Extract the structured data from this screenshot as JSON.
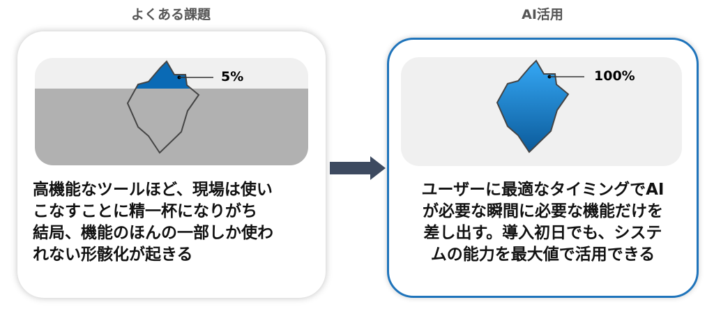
{
  "left": {
    "title": "よくある課題",
    "percent": "5%",
    "lines": [
      "高機能なツールほど、現場は使い",
      "こなすことに精一杯になりがち",
      "結局、機能のほんの一部しか使わ",
      "れない形骸化が起きる"
    ]
  },
  "right": {
    "title": "AI活用",
    "percent": "100%",
    "lines": [
      "ユーザーに最適なタイミングでAI",
      "が必要な瞬間に必要な機能だけを",
      "差し出す。導入初日でも、システ",
      "ムの能力を最大値で活用できる"
    ]
  },
  "colors": {
    "accent": "#1f74bb",
    "arrow": "#3d4a60",
    "iceberg_tip": "#0a6ab5"
  }
}
